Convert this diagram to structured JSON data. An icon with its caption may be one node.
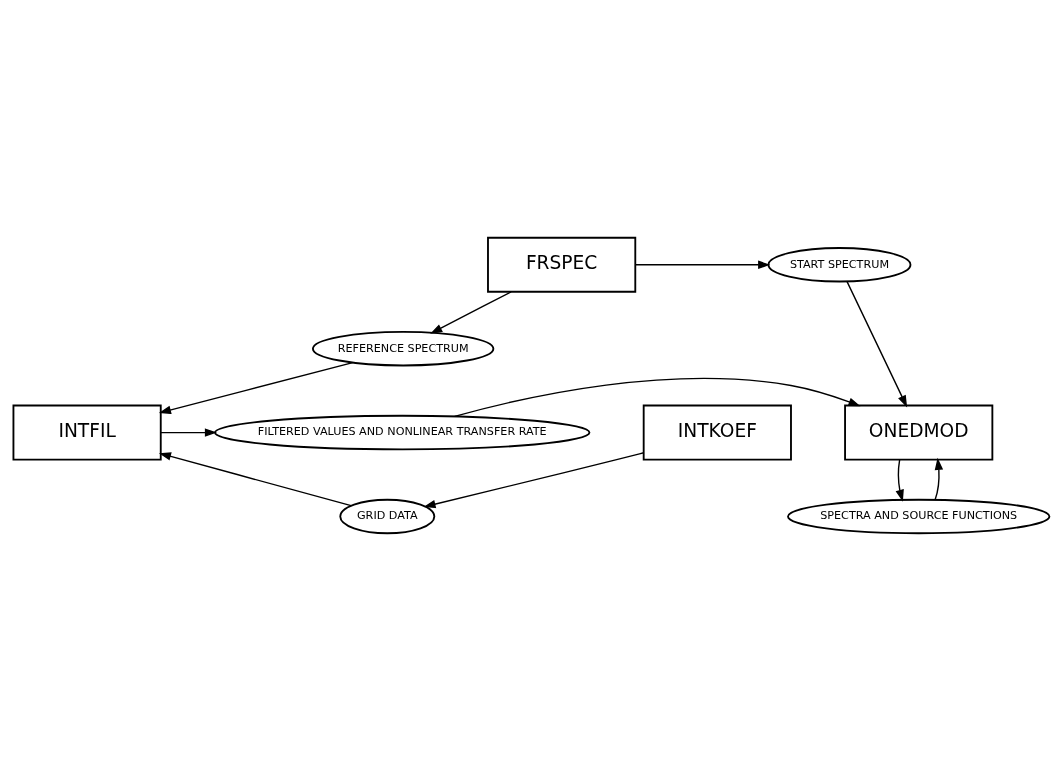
{
  "diagram": {
    "nodes": [
      {
        "text": [
          "FRSPEC"
        ]
      },
      {
        "text": [
          "START SPECTRUM"
        ]
      },
      {
        "text": [
          "REFERENCE SPECTRUM"
        ]
      },
      {
        "text": [
          "INTFIL"
        ]
      },
      {
        "text": [
          "FILTERED VALUES AND NONLINEAR TRANSFER RATE"
        ]
      },
      {
        "text": [
          "ONEDMOD"
        ]
      },
      {
        "text": [
          "GRID DATA"
        ]
      },
      {
        "text": [
          "SPECTRA AND SOURCE FUNCTIONS"
        ]
      },
      {
        "text": [
          "INTKOEF"
        ]
      }
    ],
    "edges": [
      {
        "from": 0,
        "to": 1,
        "arrow": "to"
      },
      {
        "from": 0,
        "to": 2,
        "arrow": "to"
      },
      {
        "from": 2,
        "to": 3,
        "arrow": "to"
      },
      {
        "from": 1,
        "to": 5,
        "arrow": "to"
      },
      {
        "from": 3,
        "to": 4,
        "arrow": "to"
      },
      {
        "from": 4,
        "to": 5,
        "arrow": "to"
      },
      {
        "from": 6,
        "to": 3,
        "arrow": "to"
      },
      {
        "from": 8,
        "to": 6,
        "arrow": "to"
      },
      {
        "from": 5,
        "to": 7,
        "arrow": "to"
      },
      {
        "from": 7,
        "to": 5,
        "arrow": "to"
      }
    ]
  }
}
